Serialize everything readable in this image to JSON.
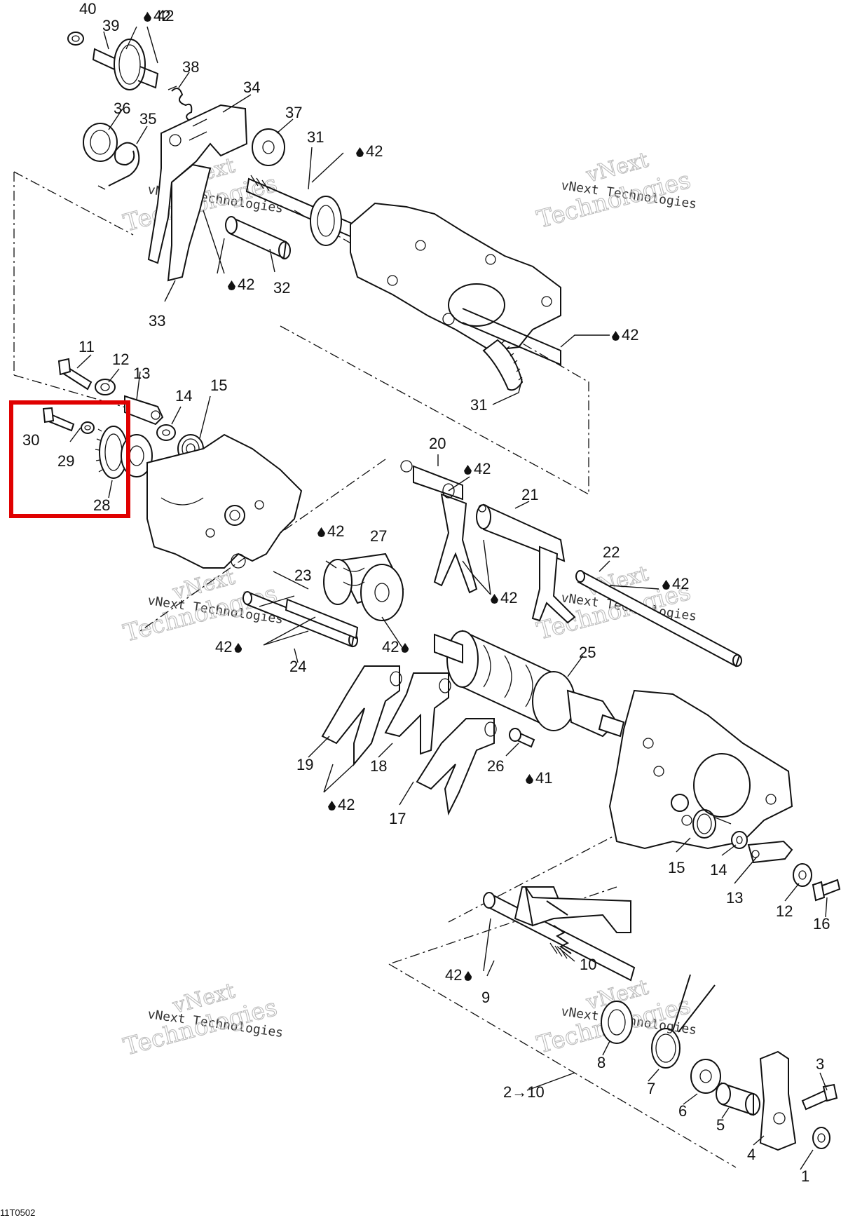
{
  "diagram": {
    "code": "11T0502",
    "part_numbers": [
      "1",
      "2",
      "3",
      "4",
      "5",
      "6",
      "7",
      "8",
      "9",
      "10",
      "11",
      "12",
      "13",
      "14",
      "15",
      "16",
      "17",
      "18",
      "19",
      "20",
      "21",
      "22",
      "23",
      "24",
      "25",
      "26",
      "27",
      "28",
      "29",
      "30",
      "31",
      "32",
      "33",
      "34",
      "35",
      "36",
      "37",
      "38",
      "39",
      "40"
    ],
    "lubricant_refs": [
      "42",
      "41"
    ],
    "range_label": "2→10",
    "highlight": {
      "color": "#e00000",
      "parts": [
        "28",
        "29",
        "30"
      ]
    },
    "watermark": {
      "line1": "vNext",
      "line2": "vNext Technologies",
      "line3": "Technologies"
    }
  }
}
